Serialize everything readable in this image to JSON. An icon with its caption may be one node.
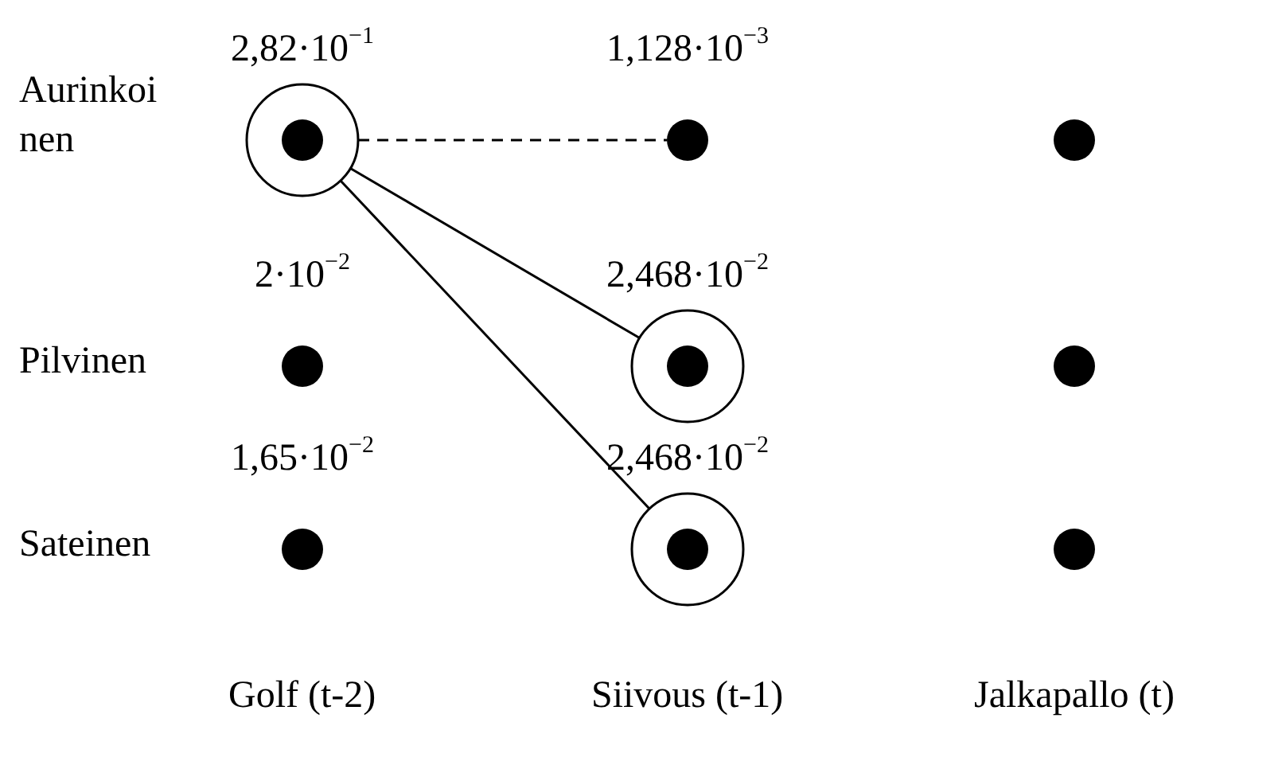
{
  "diagram": {
    "nodes": [
      {
        "text": [],
        "shape": "circle",
        "beside": [
          "2,82·10$^{−1}$"
        ]
      },
      {
        "text": [],
        "shape": "dot",
        "beside": [
          "1,128·10$^{−3}$"
        ]
      },
      {
        "text": [],
        "shape": "dot"
      },
      {
        "text": [],
        "shape": "dot",
        "beside": [
          "2·10$^{−2}$"
        ]
      },
      {
        "text": [],
        "shape": "circle",
        "beside": [
          "2,468·10$^{−2}$"
        ]
      },
      {
        "text": [],
        "shape": "dot"
      },
      {
        "text": [],
        "shape": "dot",
        "beside": [
          "1,65·10$^{−2}$"
        ]
      },
      {
        "text": [],
        "shape": "circle",
        "beside": [
          "2,468·10$^{−2}$"
        ]
      },
      {
        "text": [],
        "shape": "dot"
      }
    ],
    "edges": [
      {
        "from": 0,
        "to": 1,
        "arrow": "none",
        "style": "dashed"
      },
      {
        "from": 0,
        "to": 4,
        "arrow": "none"
      },
      {
        "from": 0,
        "to": 7,
        "arrow": "none"
      }
    ],
    "labels": [
      "Aurinkoi nen",
      "Pilvinen",
      "Sateinen",
      "Golf (t-2)",
      "Siivous (t-1)",
      "Jalkapallo (t)"
    ]
  }
}
